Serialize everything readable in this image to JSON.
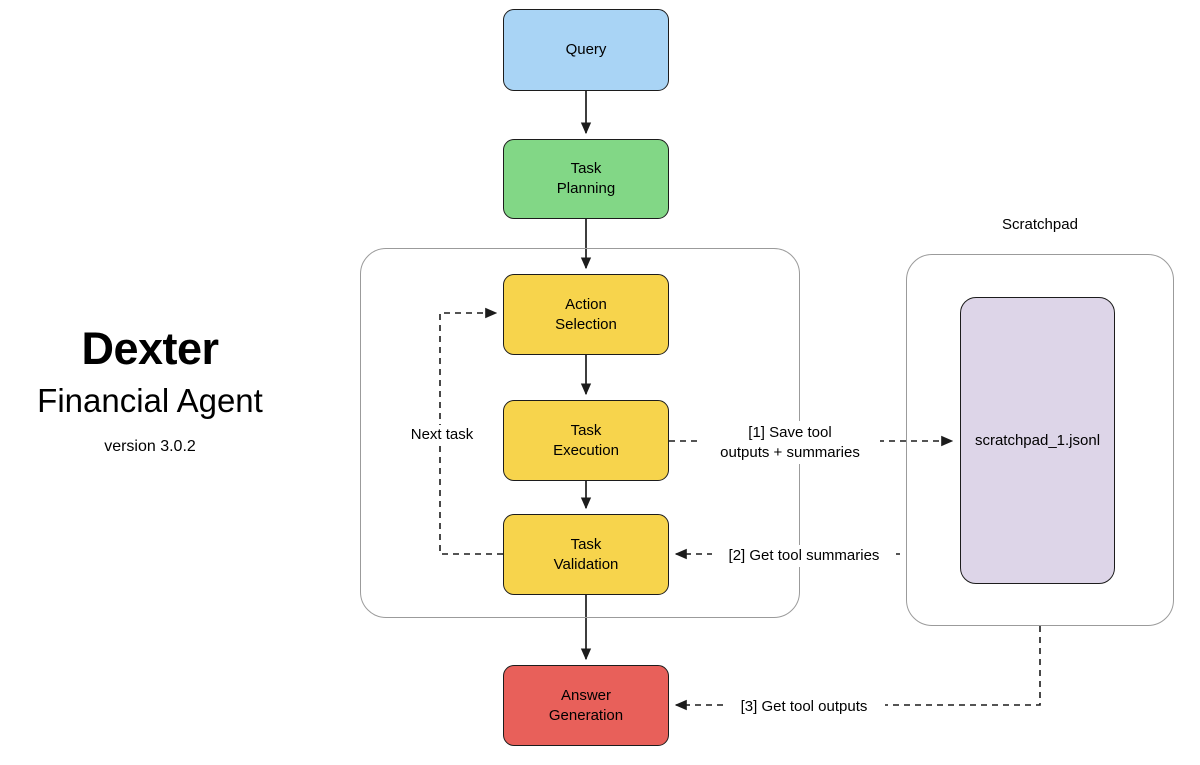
{
  "brand": {
    "title": "Dexter",
    "subtitle": "Financial Agent",
    "version": "version 3.0.2"
  },
  "diagram": {
    "type": "flowchart",
    "nodes": [
      {
        "id": "query",
        "label": "Query",
        "color": "#a9d4f5"
      },
      {
        "id": "planning",
        "label": "Task\nPlanning",
        "color": "#82d786"
      },
      {
        "id": "action",
        "label": "Action\nSelection",
        "color": "#f7d44c"
      },
      {
        "id": "exec",
        "label": "Task\nExecution",
        "color": "#f7d44c"
      },
      {
        "id": "validate",
        "label": "Task\nValidation",
        "color": "#f7d44c"
      },
      {
        "id": "answer",
        "label": "Answer\nGeneration",
        "color": "#e8605a"
      }
    ],
    "groups": [
      {
        "id": "loop",
        "label": ""
      },
      {
        "id": "scratchpad",
        "label": "Scratchpad"
      }
    ],
    "artifacts": [
      {
        "id": "scratchpad_file",
        "label": "scratchpad_1.jsonl",
        "color": "#ddd5e8"
      }
    ],
    "edges": [
      {
        "from": "query",
        "to": "planning",
        "label": "",
        "style": "solid"
      },
      {
        "from": "planning",
        "to": "action",
        "label": "",
        "style": "solid"
      },
      {
        "from": "action",
        "to": "exec",
        "label": "",
        "style": "solid"
      },
      {
        "from": "exec",
        "to": "validate",
        "label": "",
        "style": "solid"
      },
      {
        "from": "validate",
        "to": "action",
        "label": "Next task",
        "style": "dashed"
      },
      {
        "from": "exec",
        "to": "scratchpad_file",
        "label": "[1] Save tool\noutputs + summaries",
        "style": "dashed"
      },
      {
        "from": "scratchpad_file",
        "to": "validate",
        "label": "[2] Get tool summaries",
        "style": "dashed"
      },
      {
        "from": "scratchpad_file",
        "to": "answer",
        "label": "[3] Get tool outputs",
        "style": "dashed"
      },
      {
        "from": "validate",
        "to": "answer",
        "label": "",
        "style": "solid"
      }
    ]
  }
}
